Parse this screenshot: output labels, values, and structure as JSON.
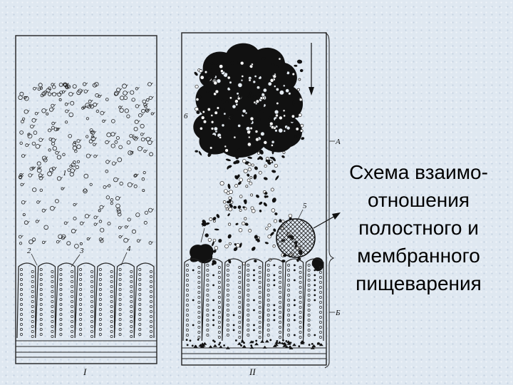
{
  "caption": {
    "lines": [
      "Схема взаимо-",
      "отношения",
      "полостного и",
      "мембранного",
      "пищеварения"
    ]
  },
  "diagram": {
    "panel_left": {
      "numeral": "I",
      "labels": [
        "1",
        "2",
        "3",
        "4"
      ]
    },
    "panel_right": {
      "numeral": "II",
      "labels": [
        "5",
        "6",
        "7"
      ],
      "zone_upper": "А",
      "zone_lower": "Б"
    }
  }
}
